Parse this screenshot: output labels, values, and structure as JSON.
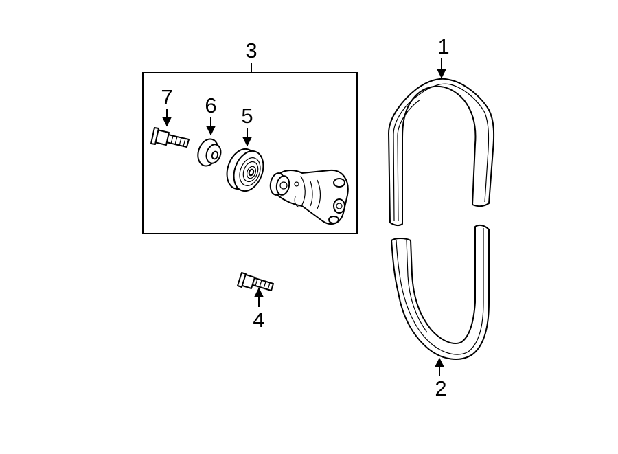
{
  "callouts": {
    "belt_upper": "1",
    "belt_lower": "2",
    "tensioner_assembly": "3",
    "bolt_lower": "4",
    "pulley": "5",
    "dust_shield": "6",
    "bolt_upper": "7"
  }
}
